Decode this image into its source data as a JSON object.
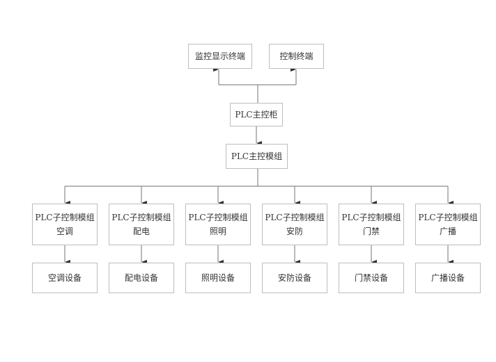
{
  "top": {
    "monitor_terminal": "监控显示终端",
    "control_terminal": "控制终端"
  },
  "plc_cabinet": "PLC主控柜",
  "plc_main_module": "PLC主控模组",
  "sub_modules": [
    {
      "title": "PLC子控制模组",
      "name": "空调",
      "device": "空调设备"
    },
    {
      "title": "PLC子控制模组",
      "name": "配电",
      "device": "配电设备"
    },
    {
      "title": "PLC子控制模组",
      "name": "照明",
      "device": "照明设备"
    },
    {
      "title": "PLC子控制模组",
      "name": "安防",
      "device": "安防设备"
    },
    {
      "title": "PLC子控制模组",
      "name": "门禁",
      "device": "门禁设备"
    },
    {
      "title": "PLC子控制模组",
      "name": "广播",
      "device": "广播设备"
    }
  ]
}
